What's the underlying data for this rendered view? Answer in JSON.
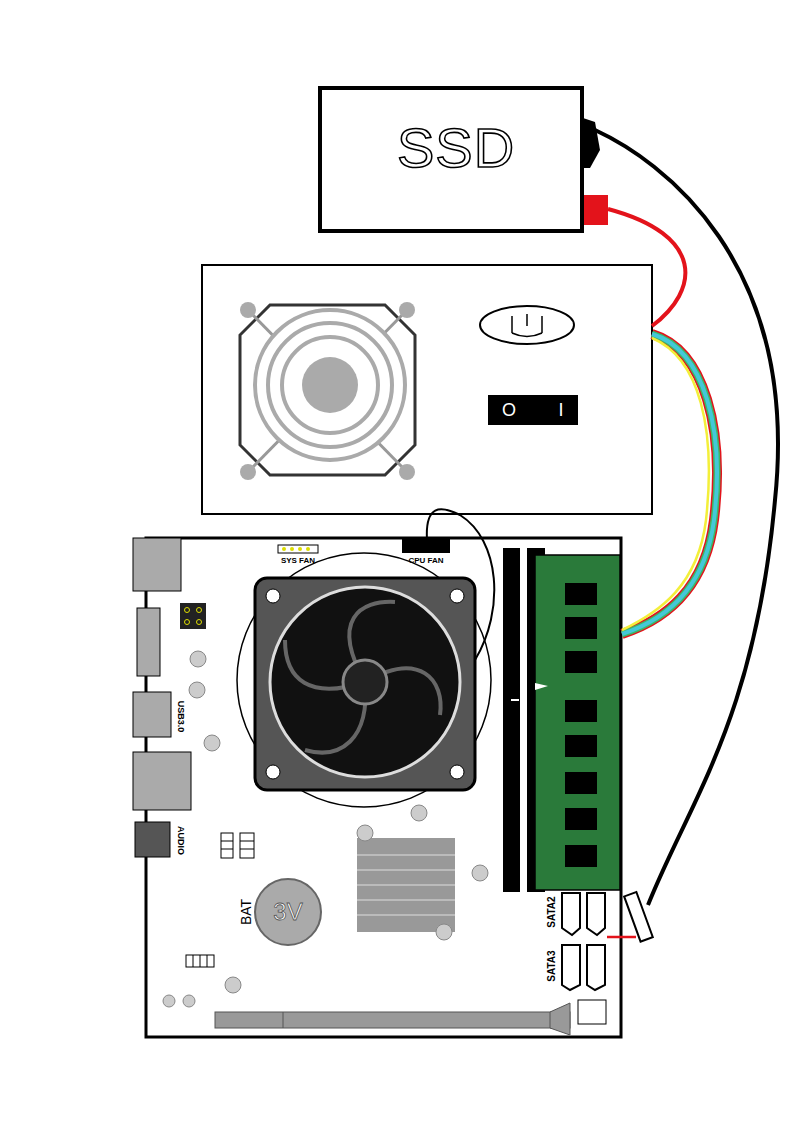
{
  "diagram": {
    "nodes": [
      {
        "text": [
          "SSD"
        ]
      },
      {
        "text": [
          "BAT",
          "3V"
        ]
      }
    ],
    "labels": [
      "O",
      "I",
      "SYS FAN",
      "CPU FAN",
      "USB3.0",
      "AUDIO",
      "SATA2",
      "SATA3"
    ]
  }
}
